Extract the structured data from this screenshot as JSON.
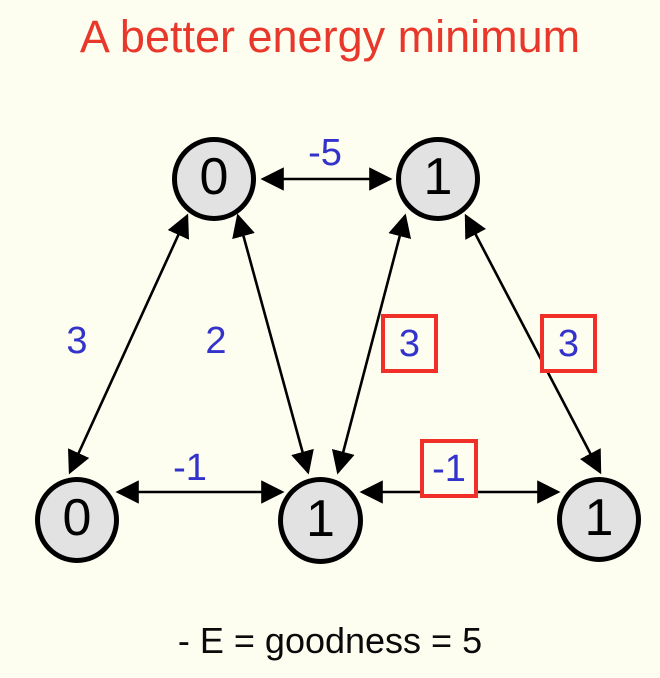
{
  "title": "A better energy minimum",
  "caption": "- E = goodness = 5",
  "colors": {
    "background": "#fdfdf0",
    "title": "#e8382c",
    "weight": "#3333cc",
    "highlight_box": "#f03028",
    "node_fill": "#e2e2e2",
    "node_stroke": "#000000",
    "edge": "#000000",
    "caption": "#0a0a0a"
  },
  "graph": {
    "nodes": [
      {
        "id": "top-left",
        "label": "0"
      },
      {
        "id": "top-right",
        "label": "1"
      },
      {
        "id": "bottom-left",
        "label": "0"
      },
      {
        "id": "bottom-middle",
        "label": "1"
      },
      {
        "id": "bottom-right",
        "label": "1"
      }
    ],
    "edges": [
      {
        "id": "top-left--top-right",
        "weight": "-5",
        "highlighted": false,
        "direction": "bidirectional"
      },
      {
        "id": "bottom-left--top-left",
        "weight": "3",
        "highlighted": false,
        "direction": "bidirectional"
      },
      {
        "id": "bottom-middle--top-left",
        "weight": "2",
        "highlighted": false,
        "direction": "bidirectional"
      },
      {
        "id": "bottom-middle--top-right",
        "weight": "3",
        "highlighted": true,
        "direction": "bidirectional"
      },
      {
        "id": "bottom-right--top-right",
        "weight": "3",
        "highlighted": true,
        "direction": "bidirectional"
      },
      {
        "id": "bottom-left--bottom-middle",
        "weight": "-1",
        "highlighted": false,
        "direction": "bidirectional"
      },
      {
        "id": "bottom-middle--bottom-right",
        "weight": "-1",
        "highlighted": true,
        "direction": "bidirectional"
      }
    ]
  }
}
